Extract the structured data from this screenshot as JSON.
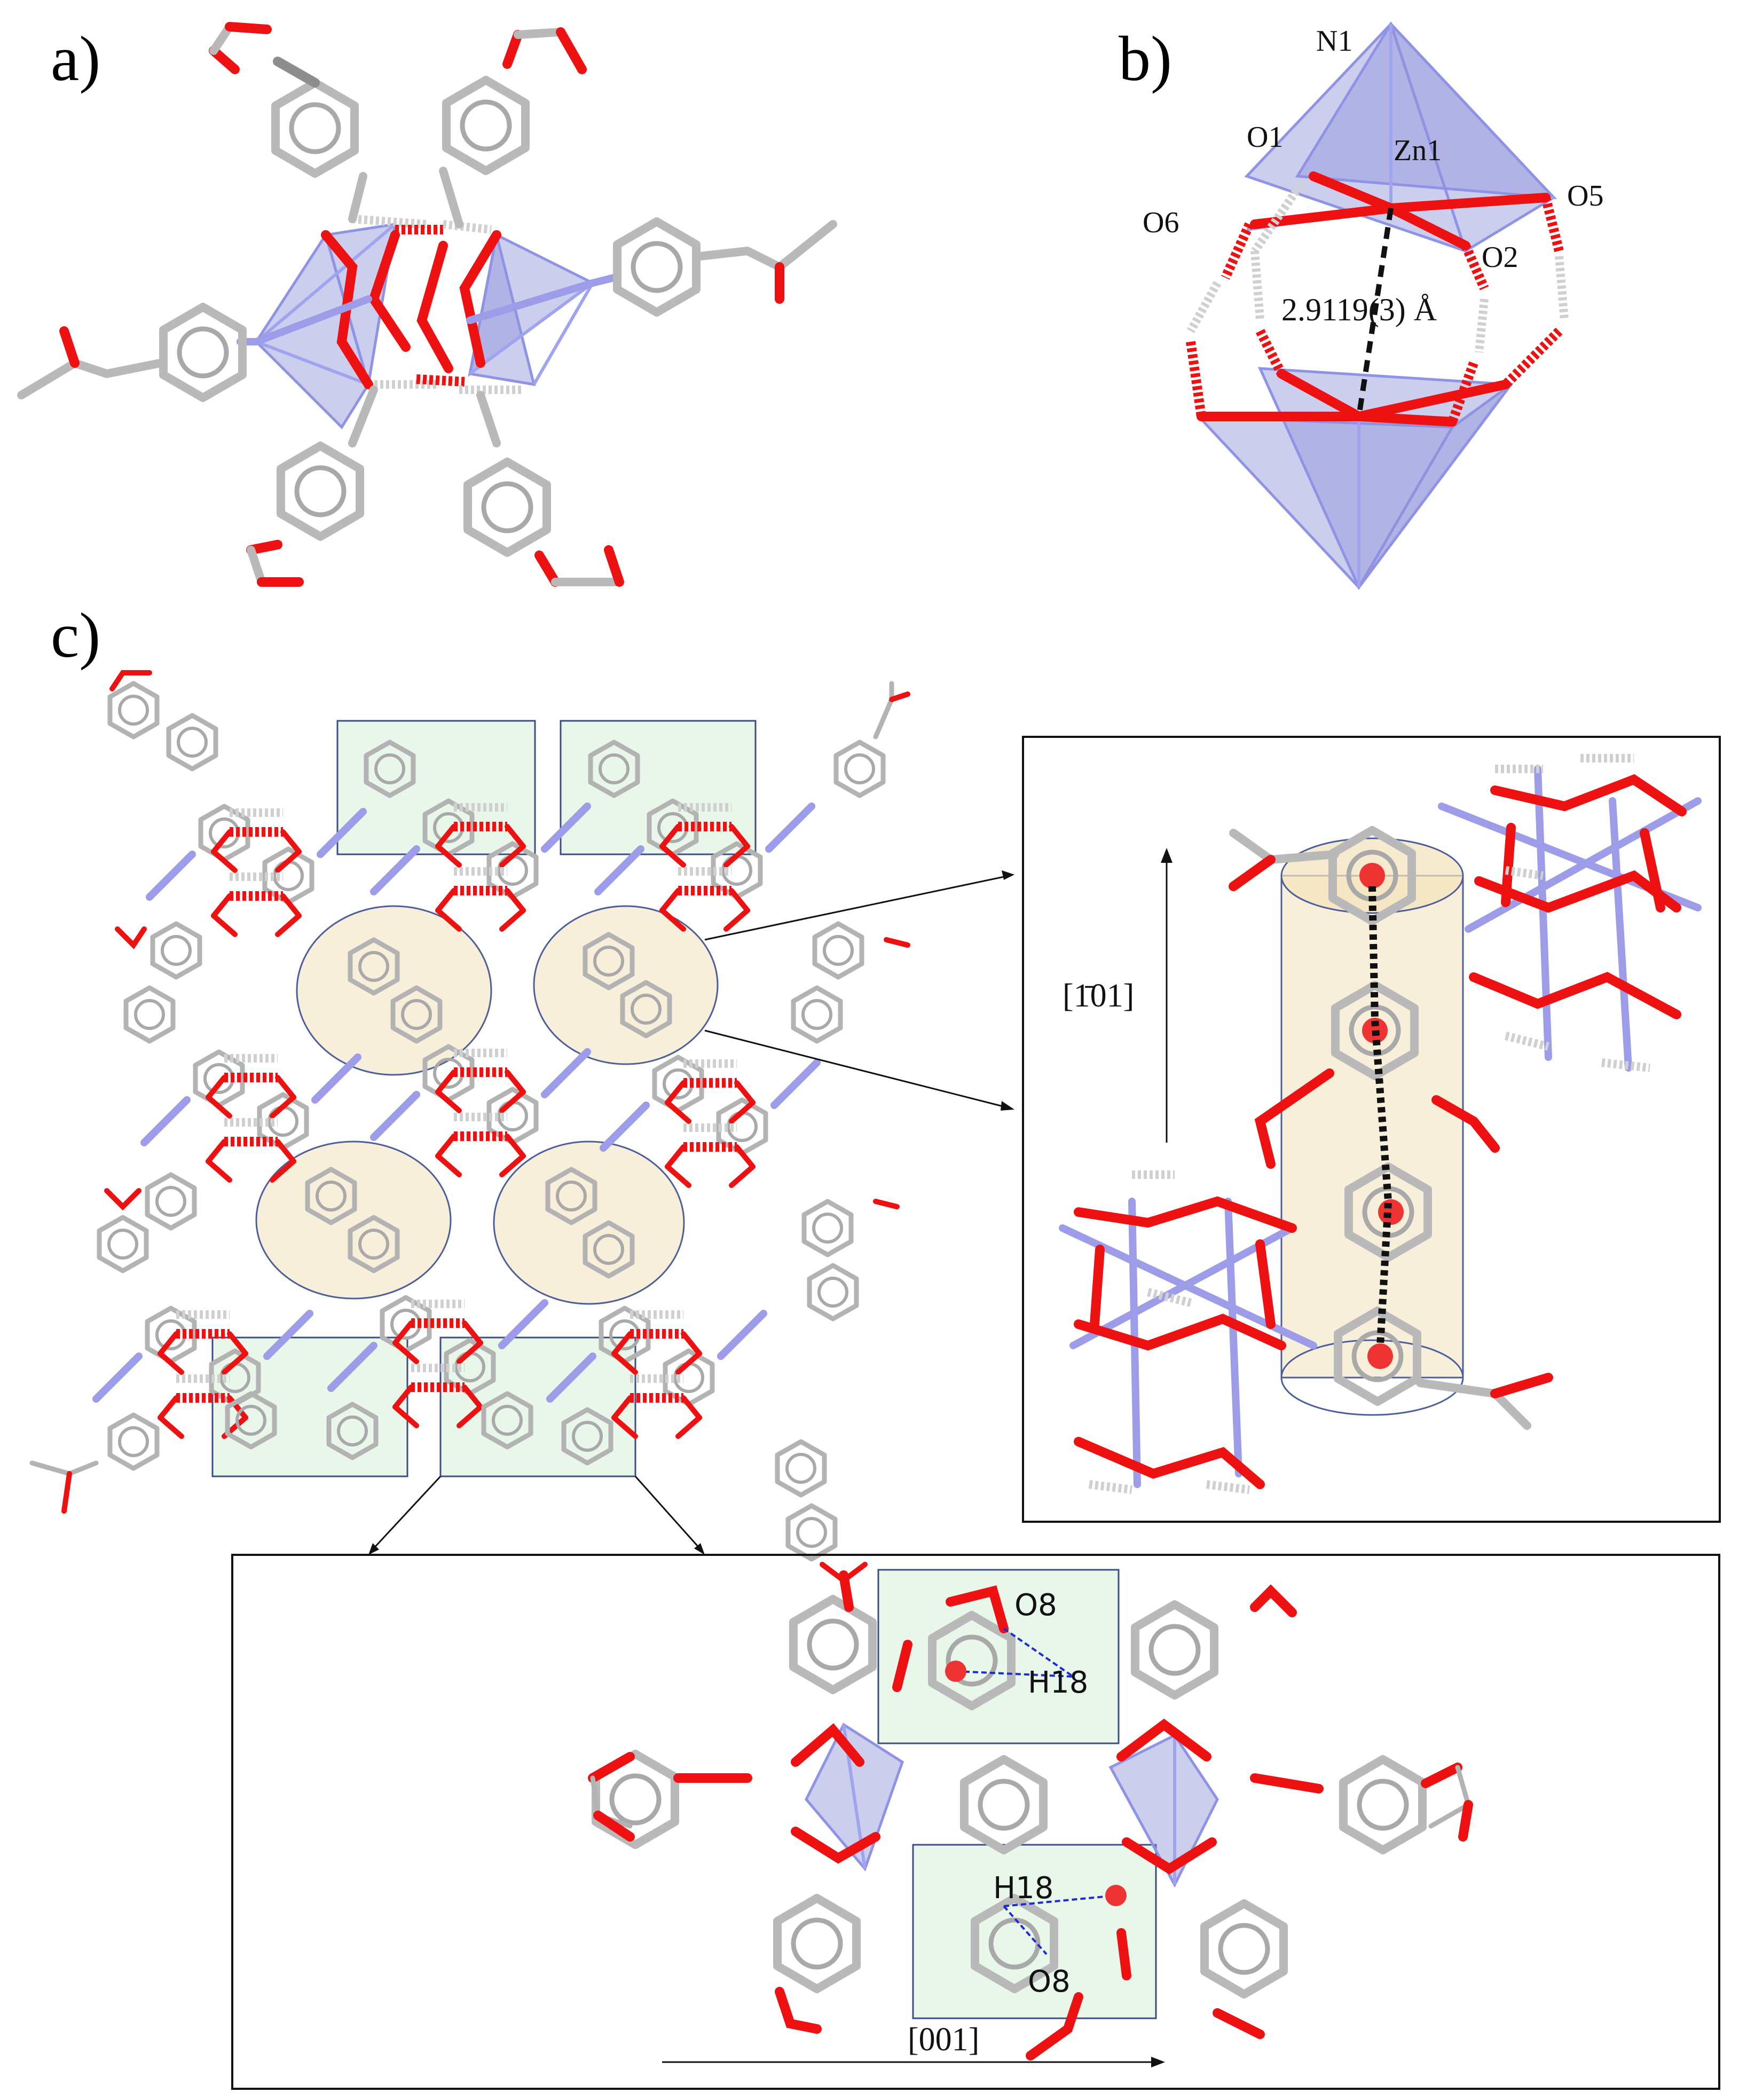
{
  "figure": {
    "panels": {
      "a": {
        "label": "a)"
      },
      "b": {
        "label": "b)",
        "atoms": {
          "n1": "N1",
          "o1": "O1",
          "zn1": "Zn1",
          "o5": "O5",
          "o6": "O6",
          "o2": "O2"
        },
        "distance": "2.9119(3) Å"
      },
      "c": {
        "label": "c)",
        "stack_inset": {
          "direction": "[1̄01]"
        },
        "hbond_inset": {
          "o8_top": "O8",
          "h18_top": "H18",
          "h18_bottom": "H18",
          "o8_bottom": "O8",
          "direction": "[001]"
        }
      }
    },
    "colors": {
      "carbon": "#b9b9b9",
      "oxygen": "#ee1111",
      "nitrogen": "#9c9ce8",
      "polyhedron": "#8e93d6",
      "green_highlight": "#d9f2dc",
      "stack_highlight": "#f3e2bb",
      "hbond": "#1b2bd6"
    }
  }
}
